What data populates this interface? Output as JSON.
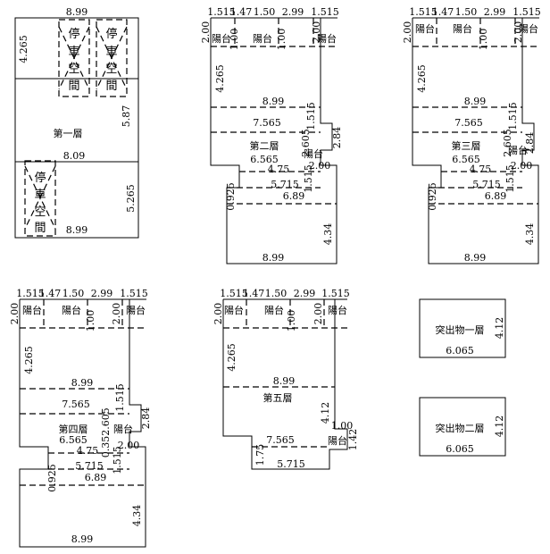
{
  "floors": {
    "f1": {
      "label": "第一層",
      "parking": [
        "停",
        "車",
        "空",
        "間"
      ],
      "dims": {
        "top": "8.99",
        "left": "4.265",
        "right_mid": "5.87",
        "mid_width": "8.09",
        "right_bottom": "5.265",
        "bottom": "8.99"
      }
    },
    "f2": {
      "label": "第二層"
    },
    "f3": {
      "label": "第三層"
    },
    "f4": {
      "label": "第四層"
    },
    "f5": {
      "label": "第五層",
      "dims": {
        "right_mid": "4.12",
        "balcony_top": "1.00",
        "balcony_side": "1.42",
        "inner_width": "7.565",
        "left_small": "1.75",
        "bottom": "5.715"
      }
    },
    "p1": {
      "label": "突出物一層",
      "width": "6.065",
      "height": "4.12"
    },
    "p2": {
      "label": "突出物二層",
      "width": "6.065",
      "height": "4.12"
    }
  },
  "common": {
    "balcony": "陽台",
    "top_dims": [
      "1.515",
      "1.47",
      "1.50",
      "2.99",
      "1.515"
    ],
    "balcony_depth": "2.00",
    "balcony_inner": "1.00",
    "left_height": "4.265",
    "main_width": "8.99",
    "mid_width": "7.565",
    "mid_right": "1.515",
    "mid_right_b": "2.84",
    "inner_width": "6.565",
    "width_475": "4.75",
    "small_2": "2.00",
    "vertical_2605": "2.605",
    "vertical_035": "0.35",
    "small_515": "1.515",
    "width_5715": "5.715",
    "side_0925": "0.925",
    "width_689": "6.89",
    "right_434": "4.34",
    "bottom_width": "8.99"
  }
}
